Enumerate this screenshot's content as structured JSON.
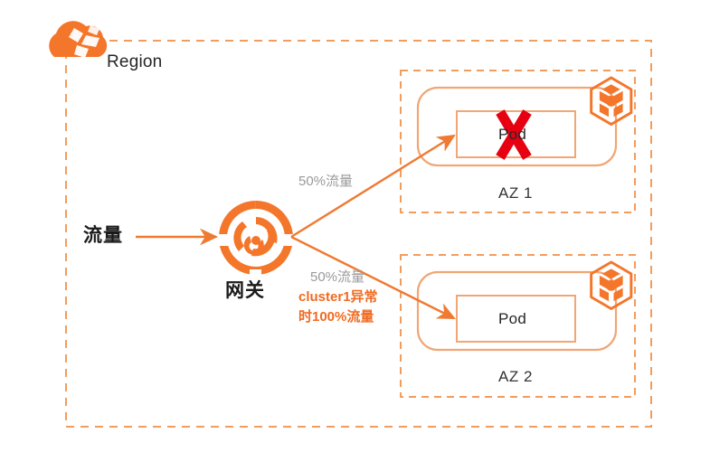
{
  "diagram": {
    "title_label": "Region",
    "background_color": "#ffffff",
    "accent_color": "#f4762a",
    "accent_light_color": "#f0a675",
    "dash_color": "#f29c5e",
    "fail_color": "#e60012",
    "muted_text_color": "#9a9a9a",
    "dark_text_color": "#1a1a1a"
  },
  "region": {
    "label": "Region",
    "cloud_icon": "cloud-icon"
  },
  "ingress": {
    "label": "流量",
    "arrow_icon": "arrow-right-icon"
  },
  "gateway": {
    "label": "网关",
    "icon": "gateway-swirl-icon"
  },
  "flows": [
    {
      "id": "flow-az1",
      "percent_label": "50%流量",
      "note": ""
    },
    {
      "id": "flow-az2",
      "percent_label": "50%流量",
      "note_line1": "cluster1异常",
      "note_line2": "时100%流量"
    }
  ],
  "zones": [
    {
      "id": "az1",
      "label": "AZ 1",
      "cluster_icon": "kubernetes-cluster-cube-icon",
      "pod_label": "Pod",
      "failed": true,
      "failed_marker": "red-x-icon"
    },
    {
      "id": "az2",
      "label": "AZ 2",
      "cluster_icon": "kubernetes-cluster-cube-icon",
      "pod_label": "Pod",
      "failed": false,
      "failed_marker": ""
    }
  ]
}
